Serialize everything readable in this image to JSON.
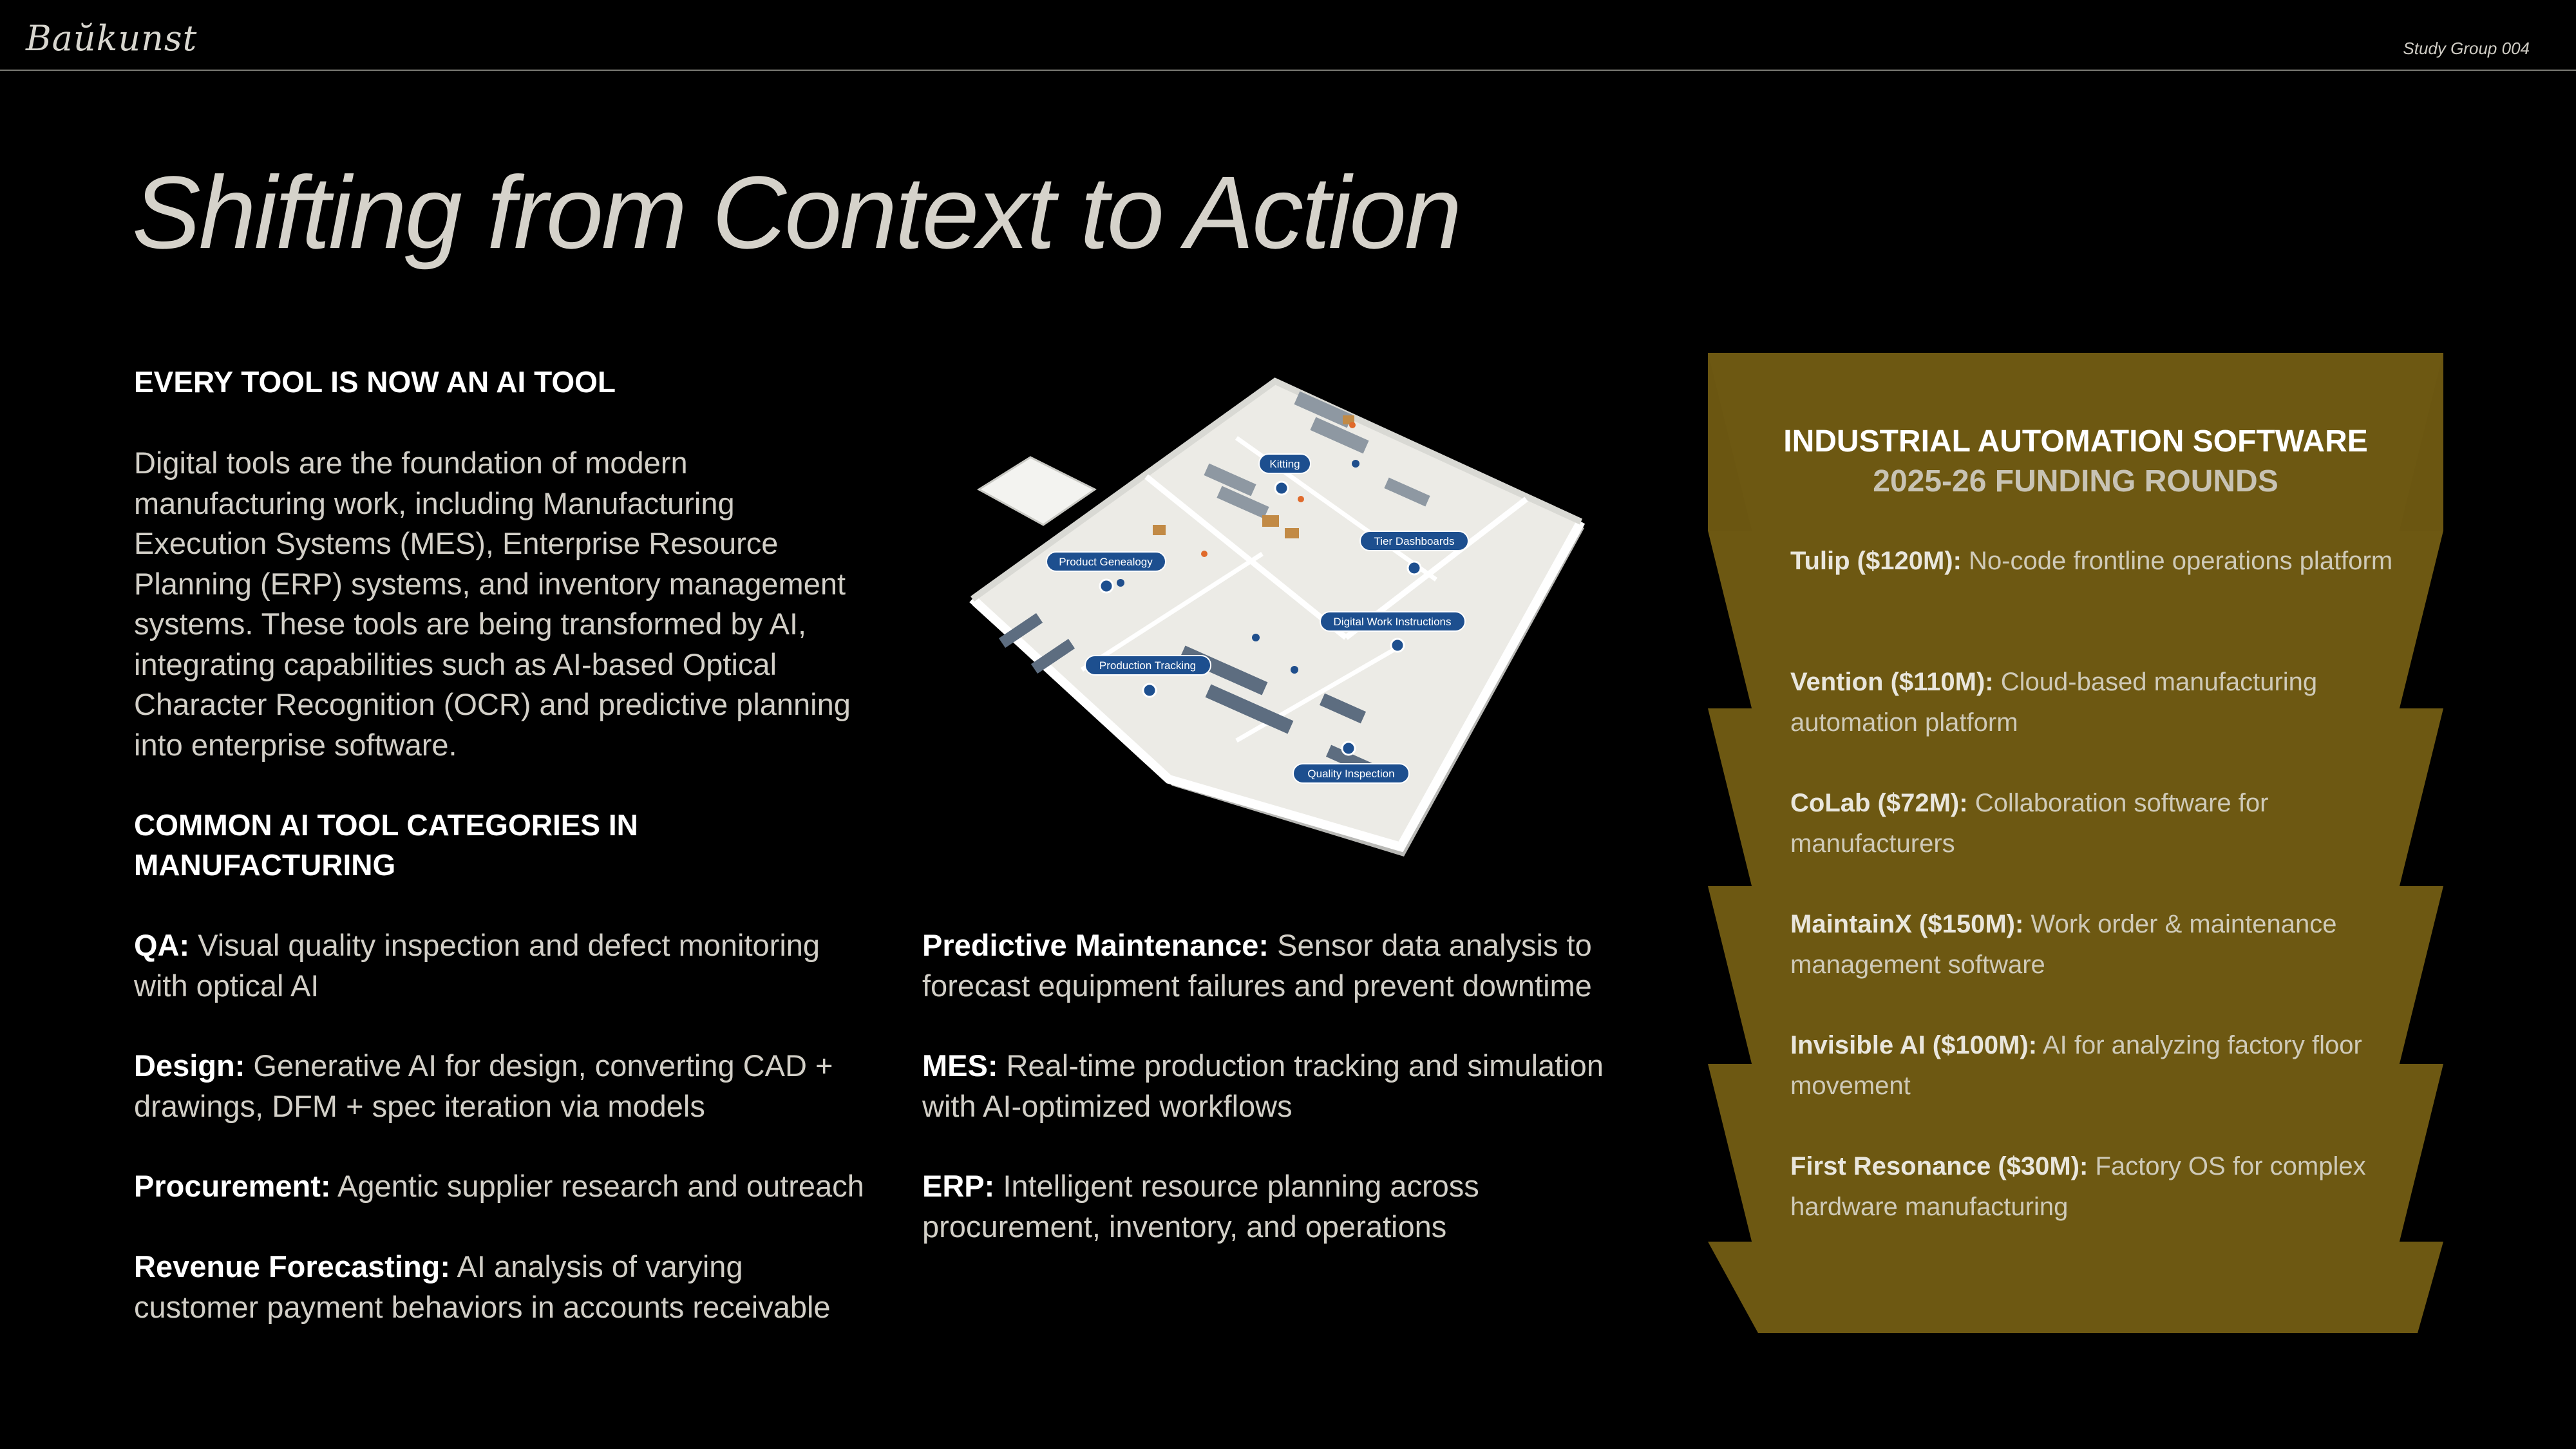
{
  "header": {
    "brand": "Baŭkunst",
    "study_group": "Study Group 004"
  },
  "title": "Shifting from Context to Action",
  "section1": {
    "heading": "EVERY TOOL IS NOW AN AI TOOL",
    "paragraph": "Digital tools are the foundation of modern manufacturing work, including Manufacturing Execution Systems (MES), Enterprise Resource Planning (ERP) systems, and inventory management systems. These tools are being transformed by AI, integrating capabilities such as AI-based Optical Character Recognition (OCR) and predictive planning into enterprise software."
  },
  "section2": {
    "heading": "COMMON AI TOOL CATEGORIES IN MANUFACTURING",
    "categories_left": [
      {
        "label": "QA:",
        "text": " Visual quality inspection and defect monitoring with optical AI"
      },
      {
        "label": "Design:",
        "text": " Generative AI for design, converting CAD + drawings, DFM + spec iteration via models"
      },
      {
        "label": "Procurement:",
        "text": " Agentic supplier research and outreach"
      },
      {
        "label": "Revenue Forecasting:",
        "text": " AI analysis of varying customer payment behaviors in accounts receivable"
      }
    ],
    "categories_right": [
      {
        "label": "Predictive Maintenance:",
        "text": " Sensor data analysis to forecast equipment failures and prevent downtime"
      },
      {
        "label": "MES:",
        "text": " Real-time production tracking and simulation with AI-optimized workflows"
      },
      {
        "label": "ERP:",
        "text": " Intelligent resource planning across procurement, inventory, and operations"
      }
    ]
  },
  "factory": {
    "labels": [
      "Kitting",
      "Tier Dashboards",
      "Product Genealogy",
      "Digital Work Instructions",
      "Production Tracking",
      "Quality Inspection"
    ]
  },
  "funding": {
    "title_line1": "INDUSTRIAL AUTOMATION SOFTWARE",
    "title_line2": "2025-26 FUNDING ROUNDS",
    "rounds": [
      {
        "label": "Tulip ($120M):",
        "text": " No-code frontline operations platform"
      },
      {
        "label": "Vention ($110M):",
        "text": " Cloud-based manufacturing automation platform"
      },
      {
        "label": "CoLab ($72M):",
        "text": " Collaboration software for manufacturers"
      },
      {
        "label": "MaintainX ($150M):",
        "text": " Work order & maintenance management software"
      },
      {
        "label": "Invisible AI ($100M):",
        "text": " AI for analyzing factory floor movement"
      },
      {
        "label": "First Resonance ($30M):",
        "text": " Factory OS for complex hardware manufacturing"
      }
    ],
    "colors": {
      "panel": "#6b5611",
      "panel_edge": "#7d6516"
    }
  }
}
